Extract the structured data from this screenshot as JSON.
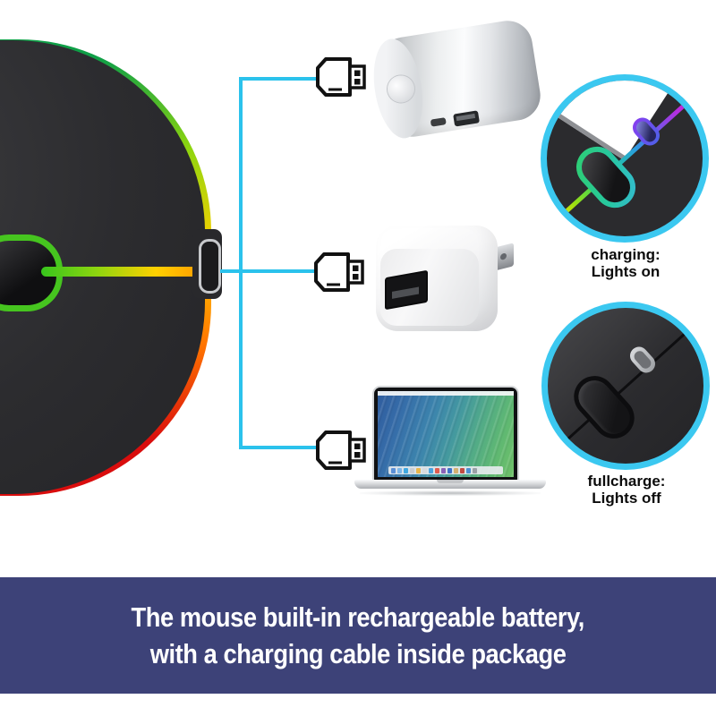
{
  "connector": {
    "color": "#2bc2ec"
  },
  "mouse": {
    "body_color": "#2c2c2f",
    "edge_glow_colors": [
      "#0f9f47",
      "#8ed50f",
      "#ffd000",
      "#ff7300",
      "#d90d0d"
    ],
    "glow_line_colors": [
      "#37c51d",
      "#8ed50f",
      "#ffd000",
      "#ff9d00"
    ],
    "wheel_glow_color": "#46c51f"
  },
  "icons": {
    "usb_plug": "usb-plug-icon",
    "power_bank": "power-bank-photo",
    "wall_charger": "wall-charger-photo",
    "laptop": "macbook-photo"
  },
  "insets": {
    "ring_color": "#3bc8f0",
    "charging": {
      "title": "charging:",
      "subtitle": "Lights on"
    },
    "fullcharge": {
      "title": "fullcharge:",
      "subtitle": "Lights off"
    },
    "rgb_stripe_colors": [
      "#ffe400",
      "#9bdf12",
      "#3bd65b",
      "#23c3a8",
      "#2a9de0",
      "#6b5ae8",
      "#b32fe0",
      "#e414c6"
    ]
  },
  "banner": {
    "background": "#3d4278",
    "text_color": "#ffffff",
    "line1": "The mouse built-in rechargeable battery,",
    "line2": "with a charging cable inside package"
  },
  "laptop": {
    "dock_icon_colors": [
      "#5a8fd6",
      "#7db6e8",
      "#3fa7e0",
      "#c9cdd2",
      "#e8b64c",
      "#d8dadd",
      "#4aa3df",
      "#e05c4f",
      "#8a62b8",
      "#3f72c9",
      "#d4b070",
      "#c24b42",
      "#4d8fd2",
      "#9aa0a6"
    ]
  }
}
